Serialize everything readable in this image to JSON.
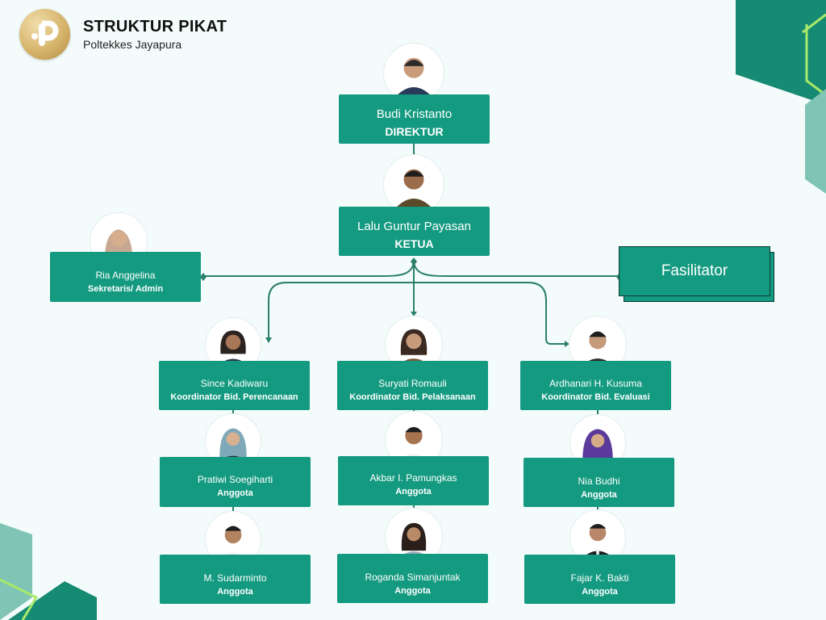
{
  "header": {
    "title": "STRUKTUR PIKAT",
    "subtitle": "Poltekkes Jayapura"
  },
  "colors": {
    "box": "#149a80",
    "line": "#2b7f6b",
    "deco_dark": "#168a72",
    "deco_light": "#7fc4b4",
    "deco_accent": "#a7ea6a",
    "logo": "#d6b46c"
  },
  "icons": [
    "logo-icon",
    "person-avatar-icon"
  ],
  "people": {
    "direktur": {
      "name": "Budi Kristanto",
      "role": "DIREKTUR"
    },
    "ketua": {
      "name": "Lalu Guntur Payasan",
      "role": "KETUA"
    },
    "sekretaris": {
      "name": "Ria Anggelina",
      "role": "Sekretaris/ Admin"
    },
    "fasilitator": {
      "label": "Fasilitator"
    },
    "perencanaan": {
      "name": "Since Kadiwaru",
      "role": "Koordinator Bid. Perencanaan"
    },
    "pelaksanaan": {
      "name": "Suryati Romauli",
      "role": "Koordinator Bid. Pelaksanaan"
    },
    "evaluasi": {
      "name": "Ardhanari H. Kusuma",
      "role": "Koordinator Bid. Evaluasi"
    },
    "pratiwi": {
      "name": "Pratiwi Soegiharti",
      "role": "Anggota"
    },
    "sudarminto": {
      "name": "M. Sudarminto",
      "role": "Anggota"
    },
    "akbar": {
      "name": "Akbar I. Pamungkas",
      "role": "Anggota"
    },
    "roganda": {
      "name": "Roganda Simanjuntak",
      "role": "Anggota"
    },
    "nia": {
      "name": "Nia Budhi",
      "role": "Anggota"
    },
    "fajar": {
      "name": "Fajar K. Bakti",
      "role": "Anggota"
    }
  }
}
